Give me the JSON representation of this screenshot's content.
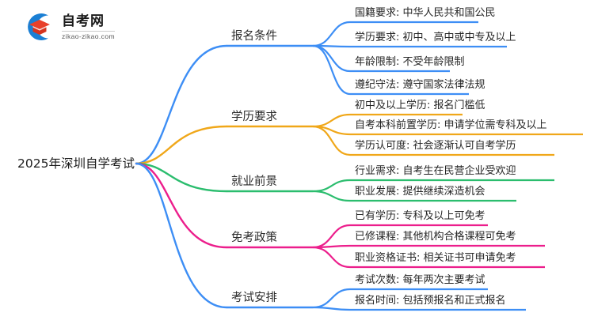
{
  "logo": {
    "name_cn": "自考网",
    "url": "zikao-zikao.com",
    "mark_icon": "graduation-cap-icon",
    "arc_color": "#1a7fd4",
    "cap_color": "#e8402a"
  },
  "mindmap": {
    "root": "2025年深圳自学考试",
    "branches": [
      {
        "label": "报名条件",
        "color": "#3d8ef5",
        "leaves": [
          "国籍要求: 中华人民共和国公民",
          "学历要求: 初中、高中或中专及以上",
          "年龄限制: 不受年龄限制",
          "遵纪守法: 遵守国家法律法规"
        ]
      },
      {
        "label": "学历要求",
        "color": "#f0a719",
        "leaves": [
          "初中及以上学历: 报名门槛低",
          "自考本科前置学历: 申请学位需专科及以上",
          "学历认可度: 社会逐渐认可自考学历"
        ]
      },
      {
        "label": "就业前景",
        "color": "#2bbd6e",
        "leaves": [
          "行业需求: 自考生在民营企业受欢迎",
          "职业发展: 提供继续深造机会"
        ]
      },
      {
        "label": "免考政策",
        "color": "#ec1e8c",
        "leaves": [
          "已有学历: 专科及以上可免考",
          "已修课程: 其他机构合格课程可免考",
          "职业资格证书: 相关证书可申请免考"
        ]
      },
      {
        "label": "考试安排",
        "color": "#3d8ef5",
        "leaves": [
          "考试次数: 每年两次主要考试",
          "报名时间: 包括预报名和正式报名"
        ]
      }
    ]
  }
}
